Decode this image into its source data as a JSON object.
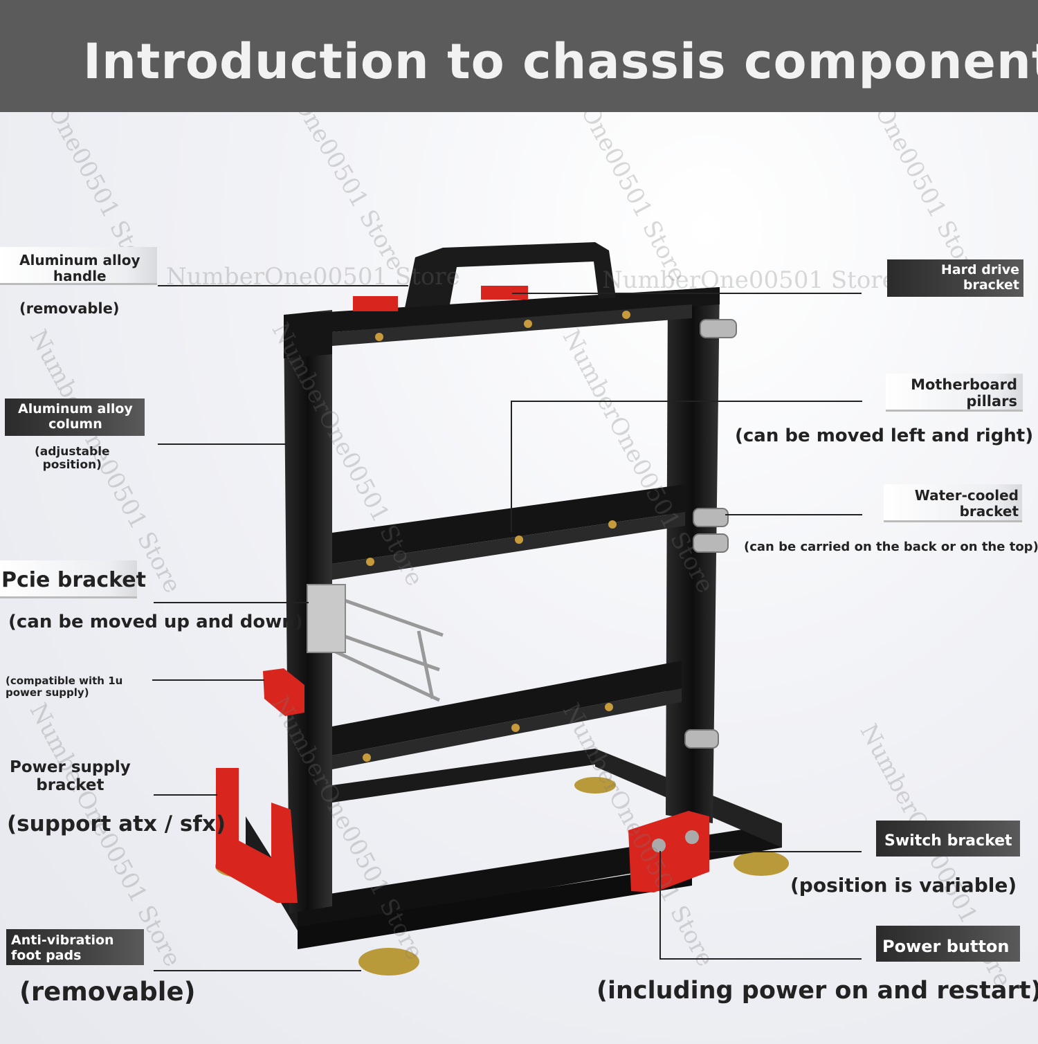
{
  "header": {
    "title": "Introduction to chassis components"
  },
  "watermark": "NumberOne00501 Store",
  "labels": {
    "handle": {
      "name": "Aluminum alloy\nhandle",
      "note": "(removable)"
    },
    "column": {
      "name": "Aluminum alloy\ncolumn",
      "note": "(adjustable\nposition)"
    },
    "pcie": {
      "name": "Pcie bracket",
      "note": "(can be moved up and down)"
    },
    "psu_small": {
      "note": "(compatible with 1u\npower supply)"
    },
    "psu": {
      "name": "Power supply\nbracket",
      "note": "(support atx / sfx)"
    },
    "feet": {
      "name": "Anti-vibration\nfoot pads",
      "note": "(removable)"
    },
    "hdd": {
      "name": "Hard drive\nbracket"
    },
    "pillars": {
      "name": "Motherboard\npillars",
      "note": "(can be moved left and right)"
    },
    "water": {
      "name": "Water-cooled\nbracket",
      "note": "(can be carried on the back or on the top)"
    },
    "switch": {
      "name": "Switch bracket",
      "note": "(position is variable)"
    },
    "power": {
      "name": "Power button",
      "note": "(including power on and restart)"
    }
  },
  "colors": {
    "frame": "#1a1a1a",
    "accent": "#d8261f",
    "foot": "#b99a3a",
    "header": "#5b5b5b"
  }
}
